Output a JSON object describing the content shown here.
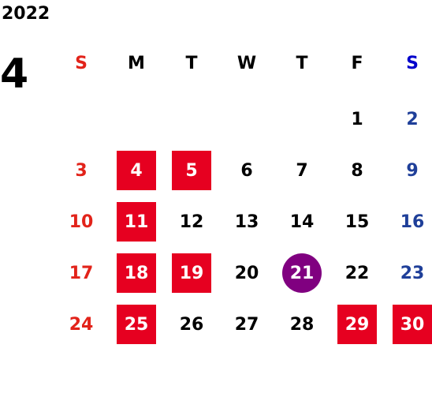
{
  "calendar": {
    "year": "2022",
    "month": "4",
    "weekdays": [
      "S",
      "M",
      "T",
      "W",
      "T",
      "F",
      "S"
    ],
    "first_weekday_index": 5,
    "days_in_month": 30,
    "highlighted_box_days": [
      4,
      5,
      11,
      18,
      19,
      25,
      29,
      30
    ],
    "highlighted_circle_days": [
      21
    ],
    "colors": {
      "sunday": "#e2231a",
      "saturday_header": "#0000cc",
      "saturday_day": "#1f3f99",
      "weekday": "#000000",
      "box_highlight": "#e60020",
      "circle_highlight": "#800080",
      "highlight_text": "#ffffff"
    }
  }
}
